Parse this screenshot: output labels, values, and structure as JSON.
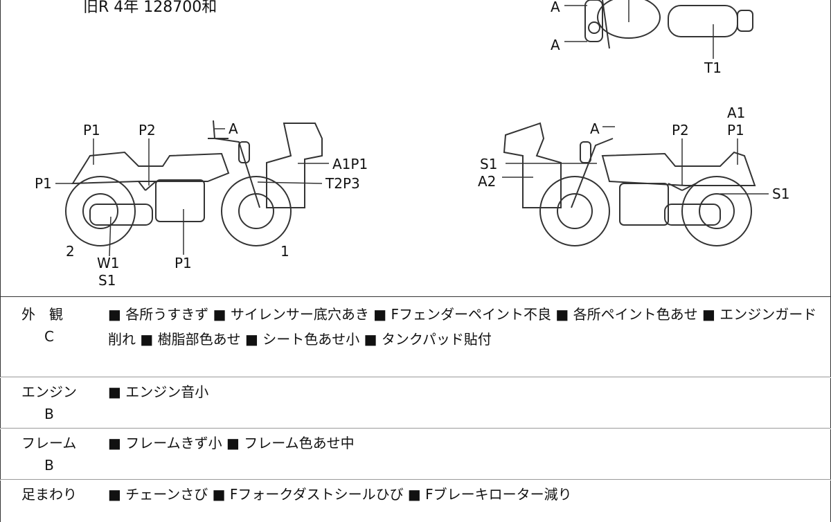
{
  "header": {
    "text": "旧R 4年 128700和"
  },
  "diagram_labels": {
    "top": [
      "A",
      "A",
      "T1"
    ],
    "left": [
      "P1",
      "P2",
      "A",
      "P1",
      "A1P1",
      "T2P3",
      "2",
      "W1",
      "S1",
      "P1",
      "1"
    ],
    "right": [
      "A",
      "A1",
      "P1",
      "P2",
      "S1",
      "A2",
      "S1"
    ]
  },
  "rows": [
    {
      "category": "外　観",
      "grade": "C",
      "items": "■ 各所うすきず ■ サイレンサー底穴あき ■ Fフェンダーペイント不良 ■ 各所ペイント色あせ ■ エンジンガード削れ ■ 樹脂部色あせ ■ シート色あせ小 ■ タンクパッド貼付"
    },
    {
      "category": "エンジン",
      "grade": "B",
      "items": "■ エンジン音小"
    },
    {
      "category": "フレーム",
      "grade": "B",
      "items": "■ フレームきず小 ■ フレーム色あせ中"
    },
    {
      "category": "足まわり",
      "grade": "",
      "items": "■ チェーンさび ■ Fフォークダストシールひび ■ Fブレーキローター減り"
    }
  ]
}
